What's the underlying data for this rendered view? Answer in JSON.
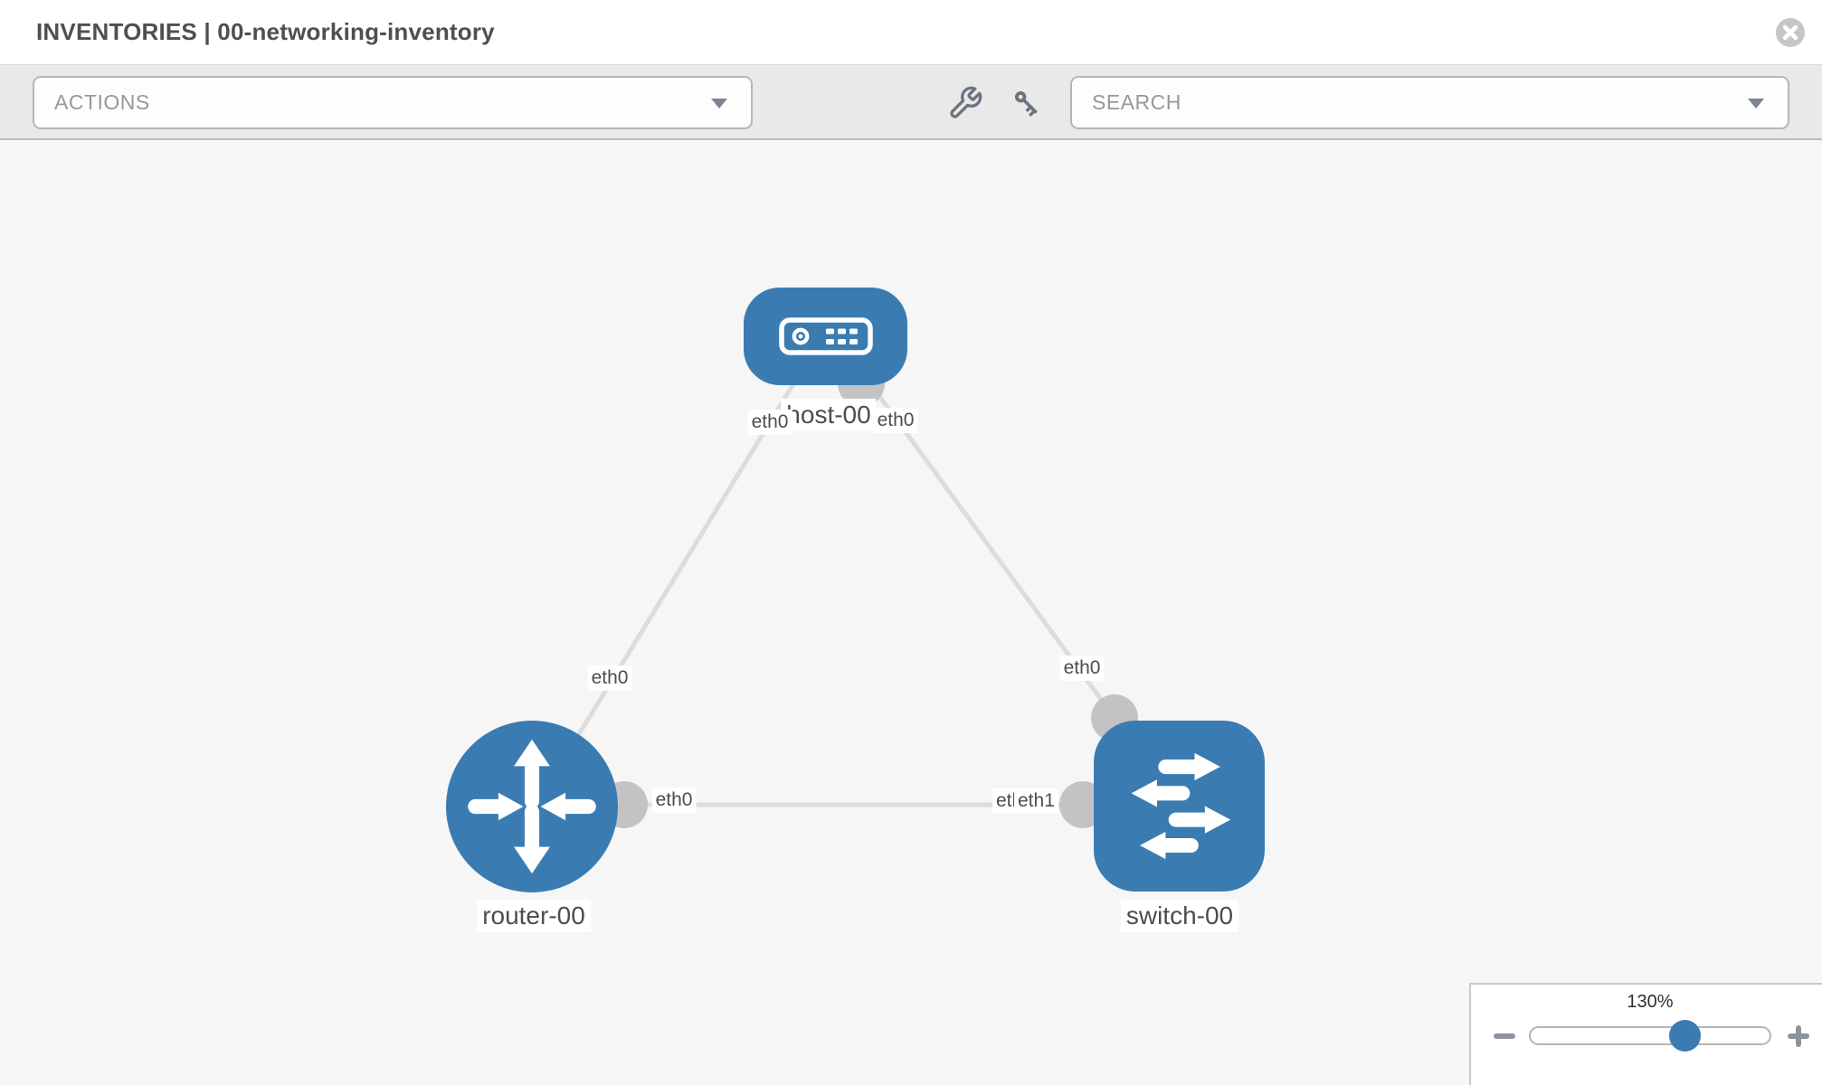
{
  "header": {
    "title": "INVENTORIES | 00-networking-inventory"
  },
  "toolbar": {
    "actions_placeholder": "ACTIONS",
    "search_placeholder": "SEARCH",
    "icons": [
      "wrench-icon",
      "key-icon",
      "chevron-down-icon"
    ]
  },
  "diagram": {
    "nodes": [
      {
        "id": "host-00",
        "type": "host",
        "label": "host-00"
      },
      {
        "id": "router-00",
        "type": "router",
        "label": "router-00"
      },
      {
        "id": "switch-00",
        "type": "switch",
        "label": "switch-00"
      }
    ],
    "links": [
      {
        "from": "host-00",
        "to": "router-00",
        "from_interface": "eth0",
        "to_interface": "eth0"
      },
      {
        "from": "host-00",
        "to": "switch-00",
        "from_interface": "eth0",
        "to_interface": "eth0"
      },
      {
        "from": "router-00",
        "to": "switch-00",
        "from_interface": "eth0",
        "to_interface": "eth1",
        "overlapped_label": "eth0"
      }
    ]
  },
  "zoom_control": {
    "level": "130%",
    "icons": [
      "minus-icon",
      "plus-icon"
    ]
  },
  "colors": {
    "node_blue": "#3a7cb2",
    "link_gray": "#dcdcdc",
    "interface_dot_gray": "#c3c3c3",
    "toolbar_bg": "#e9e9e9",
    "canvas_bg": "#f6f6f6",
    "label_text": "#4d4d4d"
  }
}
